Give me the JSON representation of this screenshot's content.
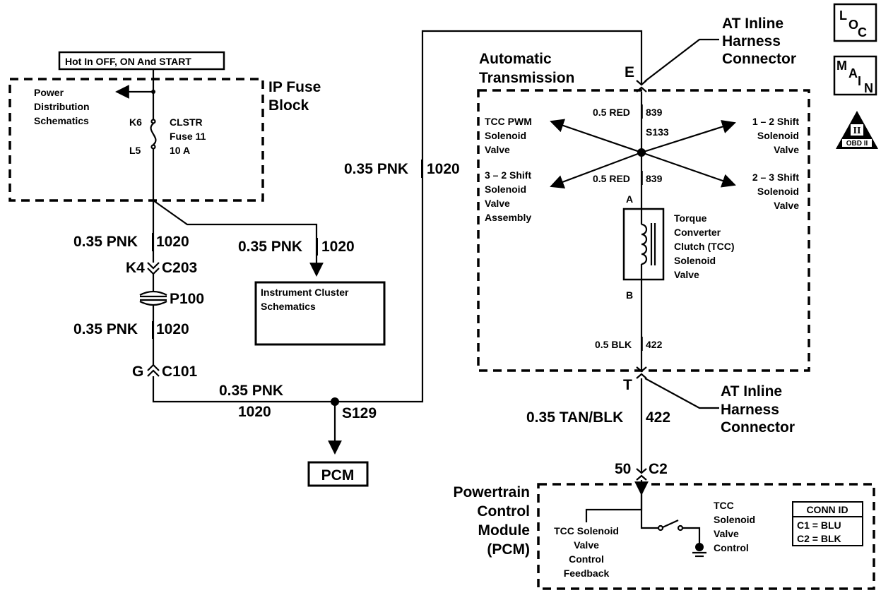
{
  "hot_label": "Hot In OFF, ON And START",
  "ip_fuse_block": [
    "IP Fuse",
    "Block"
  ],
  "power_distribution": [
    "Power",
    "Distribution",
    "Schematics"
  ],
  "fuse": {
    "top_pin": "K6",
    "bottom_pin": "L5",
    "name": [
      "CLSTR",
      "Fuse 11",
      "10 A"
    ]
  },
  "wire_1020": {
    "gauge": "0.35 PNK",
    "circuit": "1020"
  },
  "c203": {
    "pin": "K4",
    "name": "C203"
  },
  "p100": "P100",
  "c101": {
    "pin": "G",
    "name": "C101"
  },
  "instrument_cluster": [
    "Instrument Cluster",
    "Schematics"
  ],
  "s129": "S129",
  "pcm_box": "PCM",
  "automatic_transmission": [
    "Automatic",
    "Transmission"
  ],
  "inline_connector_top": {
    "pin": "E",
    "title": [
      "AT Inline",
      "Harness",
      "Connector"
    ]
  },
  "inline_connector_bottom": {
    "pin": "T",
    "title": [
      "AT Inline",
      "Harness",
      "Connector"
    ]
  },
  "wire_839_top": {
    "gauge": "0.5 RED",
    "circuit": "839"
  },
  "s133": "S133",
  "wire_839_bottom": {
    "gauge": "0.5 RED",
    "circuit": "839"
  },
  "tcc_pwm": [
    "TCC PWM",
    "Solenoid",
    "Valve"
  ],
  "shift_12": [
    "1 – 2 Shift",
    "Solenoid",
    "Valve"
  ],
  "shift_32": [
    "3 – 2 Shift",
    "Solenoid",
    "Valve",
    "Assembly"
  ],
  "shift_23": [
    "2 – 3 Shift",
    "Solenoid",
    "Valve"
  ],
  "tcc_pin_a": "A",
  "tcc_pin_b": "B",
  "tcc_solenoid": [
    "Torque",
    "Converter",
    "Clutch (TCC)",
    "Solenoid",
    "Valve"
  ],
  "wire_422_inside": {
    "gauge": "0.5 BLK",
    "circuit": "422"
  },
  "wire_422_outside": {
    "gauge": "0.35 TAN/BLK",
    "circuit": "422"
  },
  "c2": {
    "pin": "50",
    "name": "C2"
  },
  "pcm_module": [
    "Powertrain",
    "Control",
    "Module",
    "(PCM)"
  ],
  "tcc_feedback": [
    "TCC Solenoid",
    "Valve",
    "Control",
    "Feedback"
  ],
  "tcc_control": [
    "TCC",
    "Solenoid",
    "Valve",
    "Control"
  ],
  "conn_id": {
    "title": "CONN ID",
    "rows": [
      "C1  =  BLU",
      "C2  =  BLK"
    ]
  },
  "icons": {
    "loc": [
      "L",
      "O",
      "C"
    ],
    "main": [
      "M",
      "A",
      "I",
      "N"
    ],
    "obd": [
      "II",
      "OBD II"
    ]
  }
}
